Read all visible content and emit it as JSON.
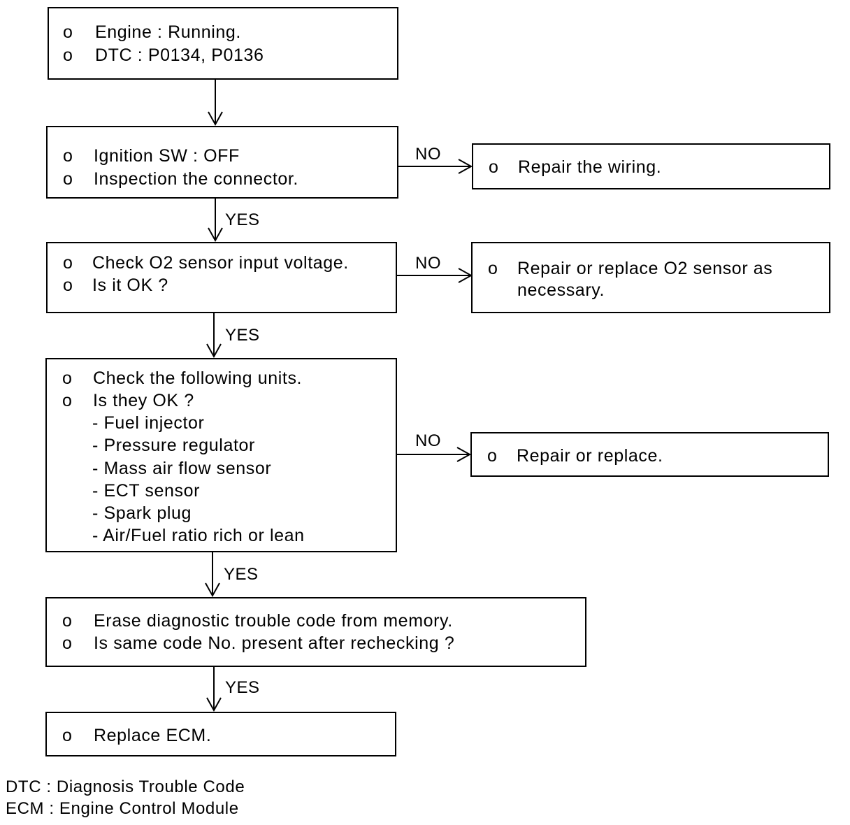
{
  "steps": {
    "start": {
      "lines": [
        {
          "bullet": "o",
          "text": "Engine : Running."
        },
        {
          "bullet": "o",
          "text": "DTC : P0134, P0136"
        }
      ]
    },
    "ignition": {
      "lines": [
        {
          "bullet": "o",
          "text": "Ignition SW : OFF"
        },
        {
          "bullet": "o",
          "text": "Inspection the connector."
        }
      ]
    },
    "o2_check": {
      "lines": [
        {
          "bullet": "o",
          "text": "Check O2 sensor input voltage."
        },
        {
          "bullet": "o",
          "text": "Is it OK ?"
        }
      ]
    },
    "units_check": {
      "lines": [
        {
          "bullet": "o",
          "text": "Check the following units."
        },
        {
          "bullet": "o",
          "text": "Is they OK ?"
        }
      ],
      "sub_items": [
        "- Fuel injector",
        "- Pressure regulator",
        "- Mass air flow sensor",
        "- ECT sensor",
        "- Spark plug",
        "- Air/Fuel ratio rich or lean"
      ]
    },
    "erase": {
      "lines": [
        {
          "bullet": "o",
          "text": "Erase diagnostic trouble code from memory."
        },
        {
          "bullet": "o",
          "text": "Is same code No. present after rechecking ?"
        }
      ]
    },
    "replace_ecm": {
      "lines": [
        {
          "bullet": "o",
          "text": "Replace ECM."
        }
      ]
    }
  },
  "remedies": {
    "wiring": {
      "lines": [
        {
          "bullet": "o",
          "text": "Repair the wiring."
        }
      ]
    },
    "o2_sensor": {
      "lines": [
        {
          "bullet": "o",
          "text": "Repair or replace O2 sensor as"
        },
        {
          "bullet": "",
          "text": "necessary."
        }
      ]
    },
    "units": {
      "lines": [
        {
          "bullet": "o",
          "text": "Repair or replace."
        }
      ]
    }
  },
  "edge_labels": {
    "yes": "YES",
    "no": "NO"
  },
  "legend": [
    "DTC : Diagnosis Trouble Code",
    "ECM : Engine Control Module"
  ]
}
